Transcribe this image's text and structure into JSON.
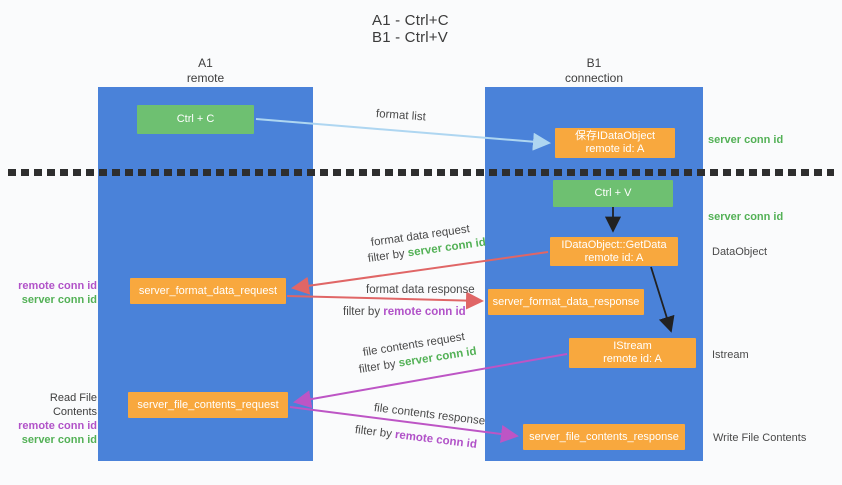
{
  "title": {
    "line1": "A1 - Ctrl+C",
    "line2": "B1 - Ctrl+V"
  },
  "lanes": {
    "left": {
      "name": "A1",
      "role": "remote"
    },
    "right": {
      "name": "B1",
      "role": "connection"
    }
  },
  "nodes": {
    "ctrl_c": {
      "label": "Ctrl + C"
    },
    "ctrl_v": {
      "label": "Ctrl + V"
    },
    "save_idataobject": {
      "line1": "保存IDataObject",
      "line2": "remote id: A"
    },
    "idataobject_getdata": {
      "line1": "IDataObject::GetData",
      "line2": "remote id: A"
    },
    "istream": {
      "line1": "IStream",
      "line2": "remote id: A"
    },
    "server_format_data_request": {
      "label": "server_format_data_request"
    },
    "server_format_data_response": {
      "label": "server_format_data_response"
    },
    "server_file_contents_request": {
      "label": "server_file_contents_request"
    },
    "server_file_contents_response": {
      "label": "server_file_contents_response"
    }
  },
  "edge_labels": {
    "format_list": "format list",
    "format_data_request": "format data request",
    "format_data_response": "format data response",
    "file_contents_request": "file contents request",
    "file_contents_response": "file contents response",
    "filter_by": "filter by",
    "server_conn_id": "server conn id",
    "remote_conn_id": "remote conn id"
  },
  "side_labels": {
    "server_conn_id_top": "server conn id",
    "server_conn_id_mid": "server conn id",
    "dataobject": "DataObject",
    "istream": "Istream",
    "write_file_contents": "Write File Contents",
    "read_file_contents": "Read File Contents",
    "remote_conn_id_left1": "remote conn id",
    "server_conn_id_left1": "server conn id",
    "remote_conn_id_left2": "remote conn id",
    "server_conn_id_left2": "server conn id"
  },
  "colors": {
    "lane_blue": "#4a82d9",
    "node_green": "#6ec071",
    "node_orange": "#f8a83e",
    "arrow_red": "#e06666",
    "arrow_magenta": "#bd55c5",
    "arrow_lightblue": "#aed6f1",
    "arrow_black": "#212121",
    "label_green": "#53b156",
    "label_purple": "#b152c8",
    "background": "#fafbfc"
  }
}
